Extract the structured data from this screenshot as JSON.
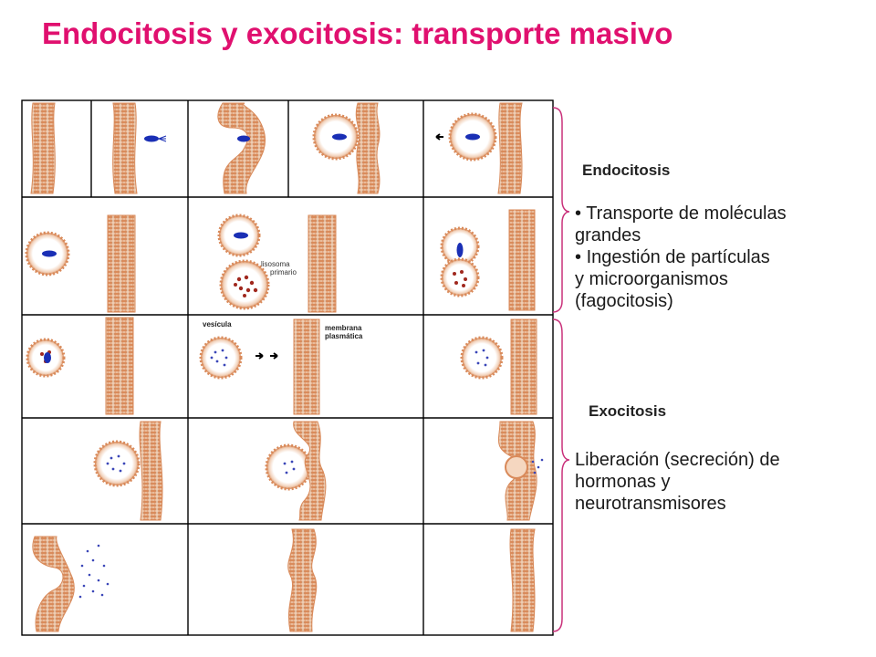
{
  "title": "Endocitosis y exocitosis: transporte masivo",
  "diagram_labels": {
    "lisosoma": "lisosoma",
    "primario": "primario",
    "vesicula": "vesícula",
    "membrana": "membrana",
    "plasmatica": "plasmática"
  },
  "endocitosis": {
    "heading": "Endocitosis",
    "bullets": [
      [
        "Transporte de moléculas",
        "grandes"
      ],
      [
        "Ingestión de partículas",
        "y microorganismos",
        "(fagocitosis)"
      ]
    ]
  },
  "exocitosis": {
    "heading": "Exocitosis",
    "lines": [
      "Liberación (secreción) de",
      "hormonas y",
      "neurotransmisores"
    ]
  },
  "colors": {
    "title": "#e0106f",
    "membrane_outer": "#d98a5a",
    "membrane_inner": "#efcdb2",
    "molecule": "#1a2fb5",
    "bracket": "#c9307a",
    "grid": "#000000"
  }
}
